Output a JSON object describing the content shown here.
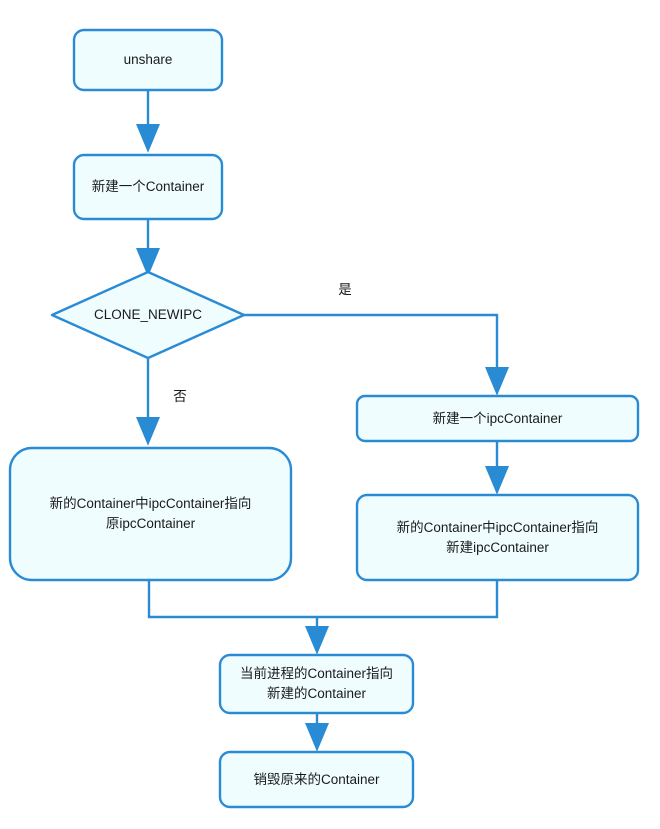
{
  "diagram": {
    "title": "unshare IPC namespace flow",
    "colors": {
      "node_stroke": "#2a8bd5",
      "node_fill": "#f0fdff",
      "edge_stroke": "#2a8bd5",
      "text": "#1a1a1a",
      "background": "#ffffff"
    },
    "nodes": [
      {
        "id": "unshare",
        "shape": "rounded-rect",
        "label": "unshare"
      },
      {
        "id": "new-container",
        "shape": "rounded-rect",
        "label": "新建一个Container"
      },
      {
        "id": "clone-newipc",
        "shape": "diamond",
        "label": "CLONE_NEWIPC"
      },
      {
        "id": "new-ipccontainer",
        "shape": "rounded-rect",
        "label": "新建一个ipcContainer"
      },
      {
        "id": "point-to-old-ipc",
        "shape": "rounded-rect",
        "label": "新的Container中ipcContainer指向\n原ipcContainer"
      },
      {
        "id": "point-to-new-ipc",
        "shape": "rounded-rect",
        "label": "新的Container中ipcContainer指向\n新建ipcContainer"
      },
      {
        "id": "current-process-points",
        "shape": "rounded-rect",
        "label": "当前进程的Container指向\n新建的Container"
      },
      {
        "id": "destroy-old-container",
        "shape": "rounded-rect",
        "label": "销毁原来的Container"
      }
    ],
    "edges": [
      {
        "id": "e-unshare-newcontainer",
        "from": "unshare",
        "to": "new-container",
        "label": ""
      },
      {
        "id": "e-newcontainer-decision",
        "from": "new-container",
        "to": "clone-newipc",
        "label": ""
      },
      {
        "id": "e-decision-yes",
        "from": "clone-newipc",
        "to": "new-ipccontainer",
        "label": "是"
      },
      {
        "id": "e-decision-no",
        "from": "clone-newipc",
        "to": "point-to-old-ipc",
        "label": "否"
      },
      {
        "id": "e-newipc-pointnew",
        "from": "new-ipccontainer",
        "to": "point-to-new-ipc",
        "label": ""
      },
      {
        "id": "e-merge-current",
        "from": "point-to-old-ipc",
        "to": "current-process-points",
        "label": ""
      },
      {
        "id": "e-merge-current-2",
        "from": "point-to-new-ipc",
        "to": "current-process-points",
        "label": ""
      },
      {
        "id": "e-current-destroy",
        "from": "current-process-points",
        "to": "destroy-old-container",
        "label": ""
      }
    ]
  }
}
